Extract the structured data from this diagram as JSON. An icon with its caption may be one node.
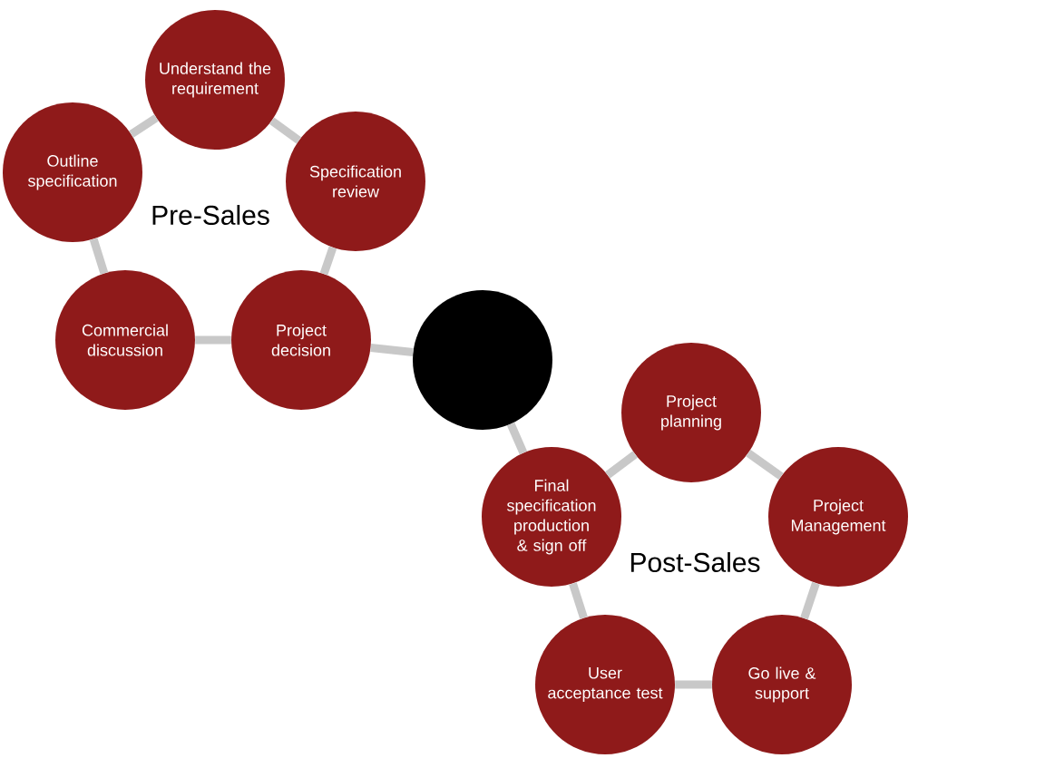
{
  "diagram": {
    "nodes": [
      {
        "text": [
          "Understand the requirement"
        ]
      },
      {
        "text": [
          "Outline specification"
        ]
      },
      {
        "text": [
          "Specification review"
        ]
      },
      {
        "text": [
          "Commercial discussion"
        ]
      },
      {
        "text": [
          "Project decision"
        ]
      },
      {
        "text": [],
        "shape": "circle"
      },
      {
        "text": [
          "Project planning"
        ]
      },
      {
        "text": [
          "Final specification production & sign off"
        ]
      },
      {
        "text": [
          "Project Management"
        ]
      },
      {
        "text": [
          "User acceptance test"
        ]
      },
      {
        "text": [
          "Go live & support"
        ]
      }
    ],
    "edges": [
      {
        "from": 1,
        "to": 0,
        "arrow": "none"
      },
      {
        "from": 0,
        "to": 2,
        "arrow": "none"
      },
      {
        "from": 2,
        "to": 4,
        "arrow": "none"
      },
      {
        "from": 4,
        "to": 3,
        "arrow": "none"
      },
      {
        "from": 3,
        "to": 1,
        "arrow": "none"
      },
      {
        "from": 4,
        "to": 5,
        "arrow": "none"
      },
      {
        "from": 5,
        "to": 7,
        "arrow": "none"
      },
      {
        "from": 7,
        "to": 6,
        "arrow": "none"
      },
      {
        "from": 6,
        "to": 8,
        "arrow": "none"
      },
      {
        "from": 8,
        "to": 10,
        "arrow": "none"
      },
      {
        "from": 10,
        "to": 9,
        "arrow": "none"
      },
      {
        "from": 9,
        "to": 7,
        "arrow": "none"
      }
    ],
    "labels": [
      "Pre-Sales",
      "Post-Sales"
    ]
  }
}
